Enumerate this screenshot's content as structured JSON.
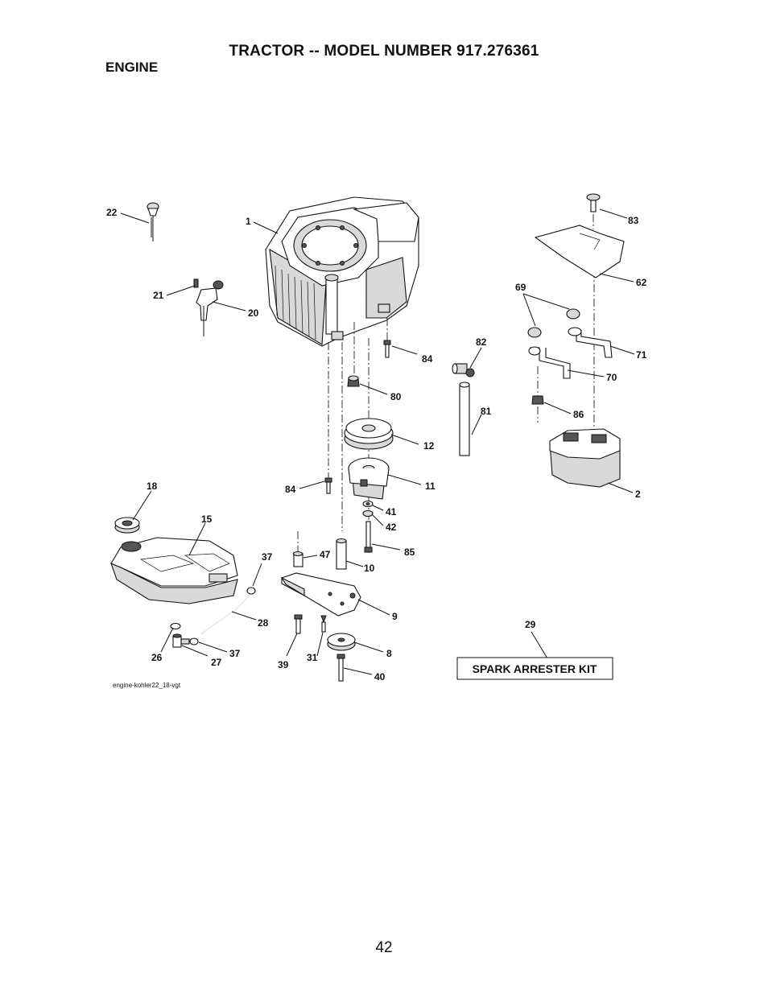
{
  "header": {
    "title": "TRACTOR -- MODEL NUMBER 917.276361",
    "section": "ENGINE"
  },
  "diagram": {
    "source_code": "engine-kohler22_18-vgt",
    "kit_label": "SPARK ARRESTER KIT",
    "callouts": {
      "c1": "1",
      "c2": "2",
      "c8": "8",
      "c9": "9",
      "c10": "10",
      "c11": "11",
      "c12": "12",
      "c15": "15",
      "c18": "18",
      "c20": "20",
      "c21": "21",
      "c22": "22",
      "c26": "26",
      "c27": "27",
      "c28": "28",
      "c29": "29",
      "c31": "31",
      "c37a": "37",
      "c37b": "37",
      "c39": "39",
      "c40": "40",
      "c41": "41",
      "c42": "42",
      "c47": "47",
      "c62": "62",
      "c69": "69",
      "c70": "70",
      "c71": "71",
      "c80": "80",
      "c81": "81",
      "c82": "82",
      "c83": "83",
      "c84a": "84",
      "c84b": "84",
      "c85": "85",
      "c86": "86"
    }
  },
  "footer": {
    "page_number": "42"
  }
}
